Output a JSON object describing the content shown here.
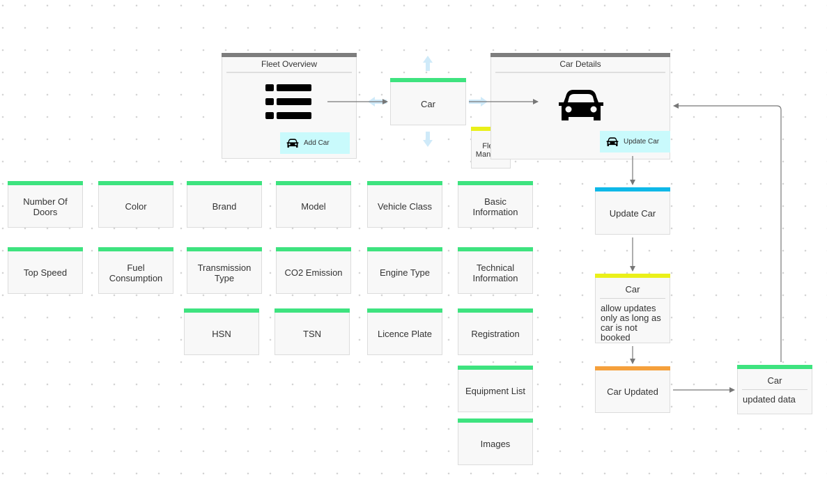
{
  "frames": {
    "fleet_overview": {
      "title": "Fleet Overview",
      "button": "Add Car",
      "main_icon": "list-icon",
      "button_icon": "car-icon"
    },
    "car_details": {
      "title": "Car Details",
      "button": "Update Car",
      "main_icon": "car-icon",
      "button_icon": "car-icon"
    }
  },
  "center": {
    "aggregate": "Car",
    "actor": "Fleet Manager"
  },
  "attributes": {
    "row1": [
      "Number Of Doors",
      "Color",
      "Brand",
      "Model",
      "Vehicle Class",
      "Basic Information"
    ],
    "row2": [
      "Top Speed",
      "Fuel Consumption",
      "Transmission Type",
      "CO2 Emission",
      "Engine Type",
      "Technical Information"
    ],
    "row3": [
      "HSN",
      "TSN",
      "Licence Plate",
      "Registration"
    ],
    "extra": [
      "Equipment List",
      "Images"
    ]
  },
  "flow": {
    "command": "Update Car",
    "policy": {
      "title": "Car",
      "body": "allow updates only as long as car is not booked"
    },
    "event": "Car Updated",
    "readmodel": {
      "title": "Car",
      "body": "updated data"
    }
  },
  "colors": {
    "entity": "#3ee37f",
    "command": "#0fb8e8",
    "aggregate": "#eaf01a",
    "event": "#f5a03c",
    "frame": "#7d7d7d",
    "button": "#c9fafc",
    "arrow": "#777777",
    "drag_arrow": "#cfeaf9"
  }
}
